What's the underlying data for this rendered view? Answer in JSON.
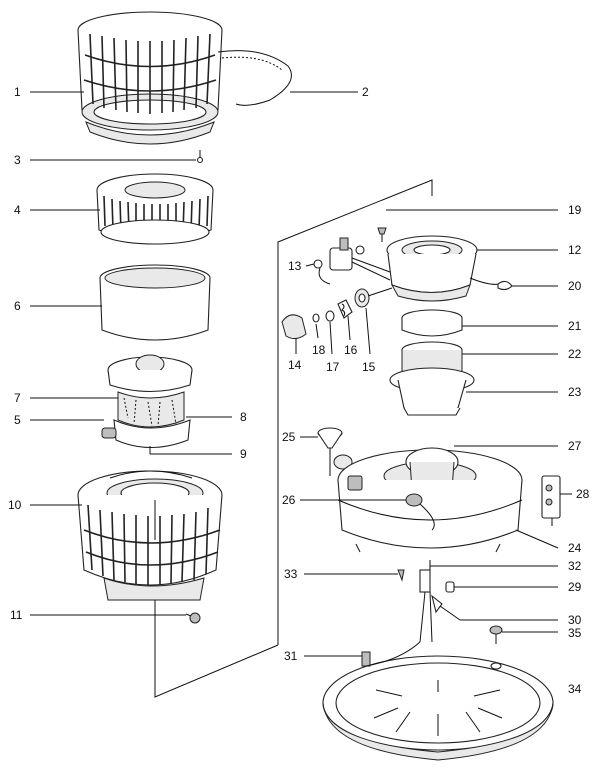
{
  "colors": {
    "ink": "#111111",
    "paper": "#ffffff"
  },
  "callouts": [
    {
      "id": "1",
      "text": "1"
    },
    {
      "id": "2",
      "text": "2"
    },
    {
      "id": "3",
      "text": "3"
    },
    {
      "id": "4",
      "text": "4"
    },
    {
      "id": "6",
      "text": "6"
    },
    {
      "id": "7",
      "text": "7"
    },
    {
      "id": "5",
      "text": "5"
    },
    {
      "id": "8",
      "text": "8"
    },
    {
      "id": "9",
      "text": "9"
    },
    {
      "id": "10",
      "text": "10"
    },
    {
      "id": "11",
      "text": "11"
    },
    {
      "id": "19",
      "text": "19"
    },
    {
      "id": "12",
      "text": "12"
    },
    {
      "id": "13",
      "text": "13"
    },
    {
      "id": "20",
      "text": "20"
    },
    {
      "id": "21",
      "text": "21"
    },
    {
      "id": "22",
      "text": "22"
    },
    {
      "id": "23",
      "text": "23"
    },
    {
      "id": "14",
      "text": "14"
    },
    {
      "id": "18",
      "text": "18"
    },
    {
      "id": "17",
      "text": "17"
    },
    {
      "id": "16",
      "text": "16"
    },
    {
      "id": "15",
      "text": "15"
    },
    {
      "id": "25",
      "text": "25"
    },
    {
      "id": "27",
      "text": "27"
    },
    {
      "id": "26",
      "text": "26"
    },
    {
      "id": "28",
      "text": "28"
    },
    {
      "id": "24",
      "text": "24"
    },
    {
      "id": "32",
      "text": "32"
    },
    {
      "id": "33",
      "text": "33"
    },
    {
      "id": "29",
      "text": "29"
    },
    {
      "id": "30",
      "text": "30"
    },
    {
      "id": "35",
      "text": "35"
    },
    {
      "id": "31",
      "text": "31"
    },
    {
      "id": "34",
      "text": "34"
    }
  ]
}
